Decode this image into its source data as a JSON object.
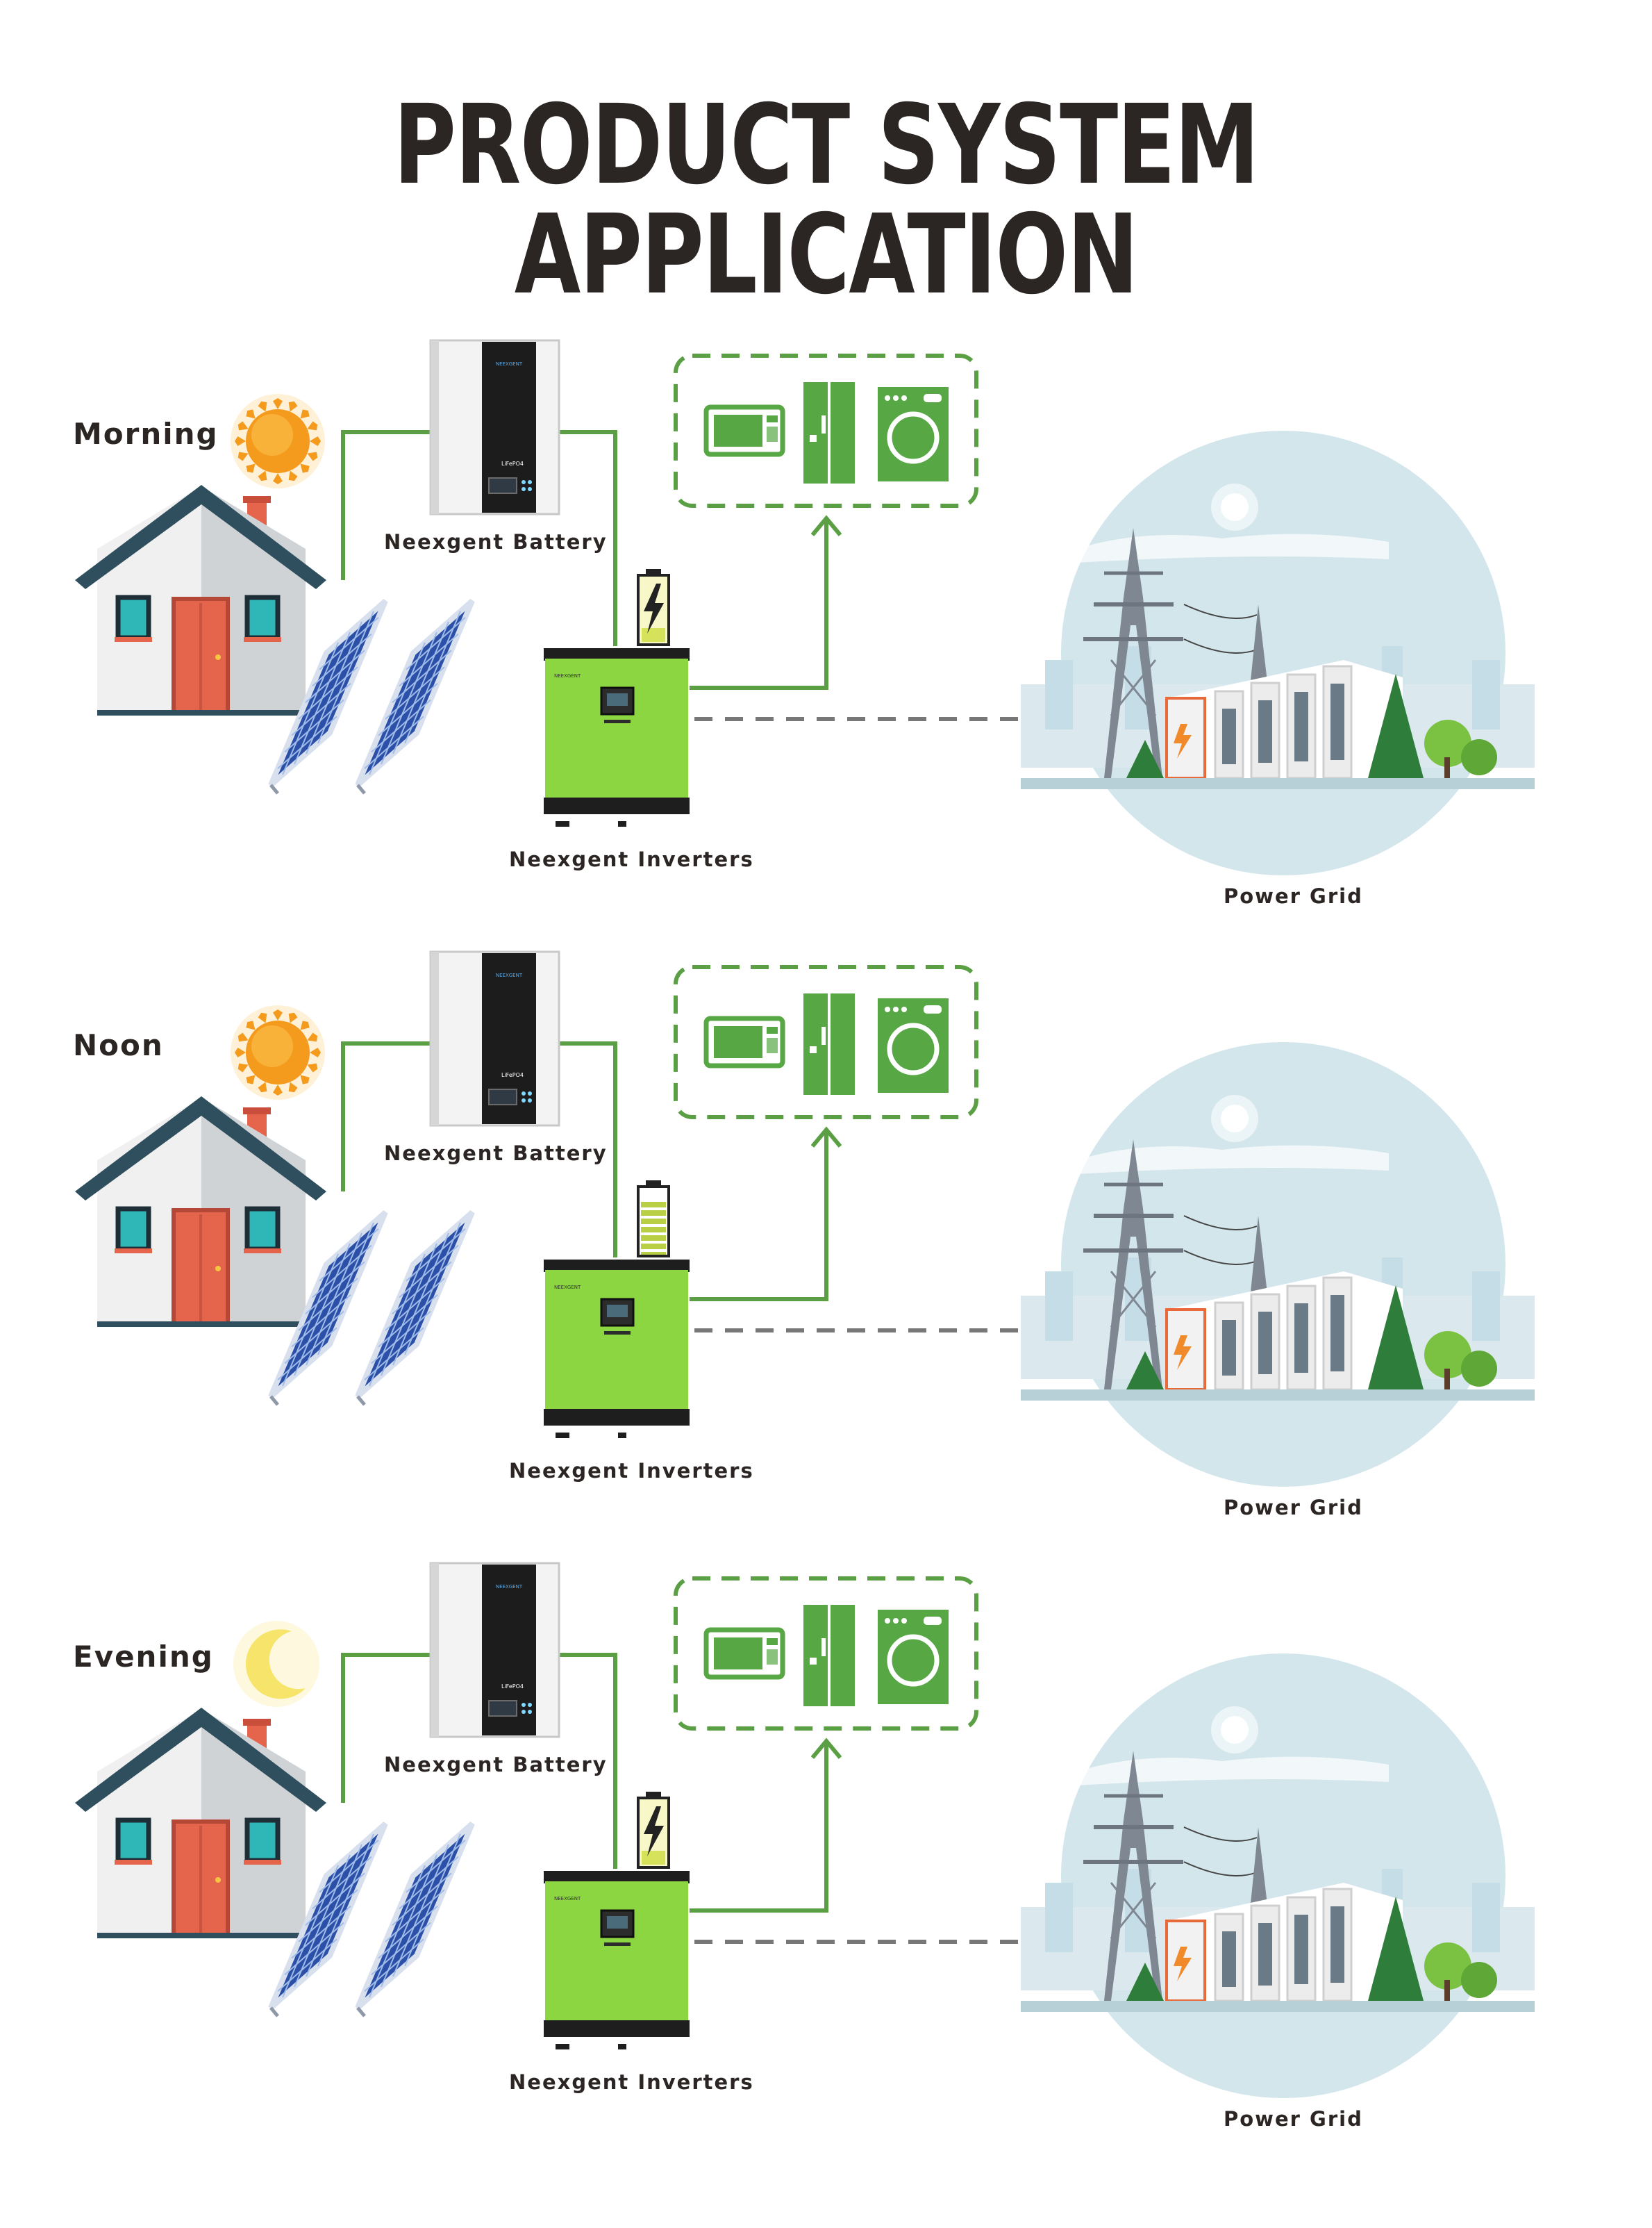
{
  "title": "PRODUCT SYSTEM APPLICATION",
  "colors": {
    "green_line": "#5b9f45",
    "inverter_green": "#8bd641",
    "appliance_green": "#57a845",
    "dash_gray": "#777777",
    "sun_orange": "#f49a1c",
    "moon_yellow": "#f6e56a",
    "house_roof": "#2f4f5e",
    "door_red": "#e5644c",
    "panel_blue": "#2c4fa8",
    "grid_circle": "#d3e6ec"
  },
  "panels": [
    {
      "phase": "Morning",
      "celestial_icon": "sun-icon",
      "battery_label": "Neexgent Battery",
      "inverter_label": "Neexgent Inverters",
      "grid_label": "Power Grid",
      "charge_indicator": "charging-bolt-icon",
      "charge_level": 0.3
    },
    {
      "phase": "Noon",
      "celestial_icon": "sun-icon",
      "battery_label": "Neexgent Battery",
      "inverter_label": "Neexgent Inverters",
      "grid_label": "Power Grid",
      "charge_indicator": "full-battery-icon",
      "charge_level": 1.0
    },
    {
      "phase": "Evening",
      "celestial_icon": "moon-icon",
      "battery_label": "Neexgent Battery",
      "inverter_label": "Neexgent Inverters",
      "grid_label": "Power Grid",
      "charge_indicator": "charging-bolt-icon",
      "charge_level": 0.3
    }
  ],
  "battery_brand": "NEEXGENT",
  "battery_chem": "LiFePO4",
  "appliances": [
    "microwave-icon",
    "refrigerator-icon",
    "washing-machine-icon"
  ]
}
